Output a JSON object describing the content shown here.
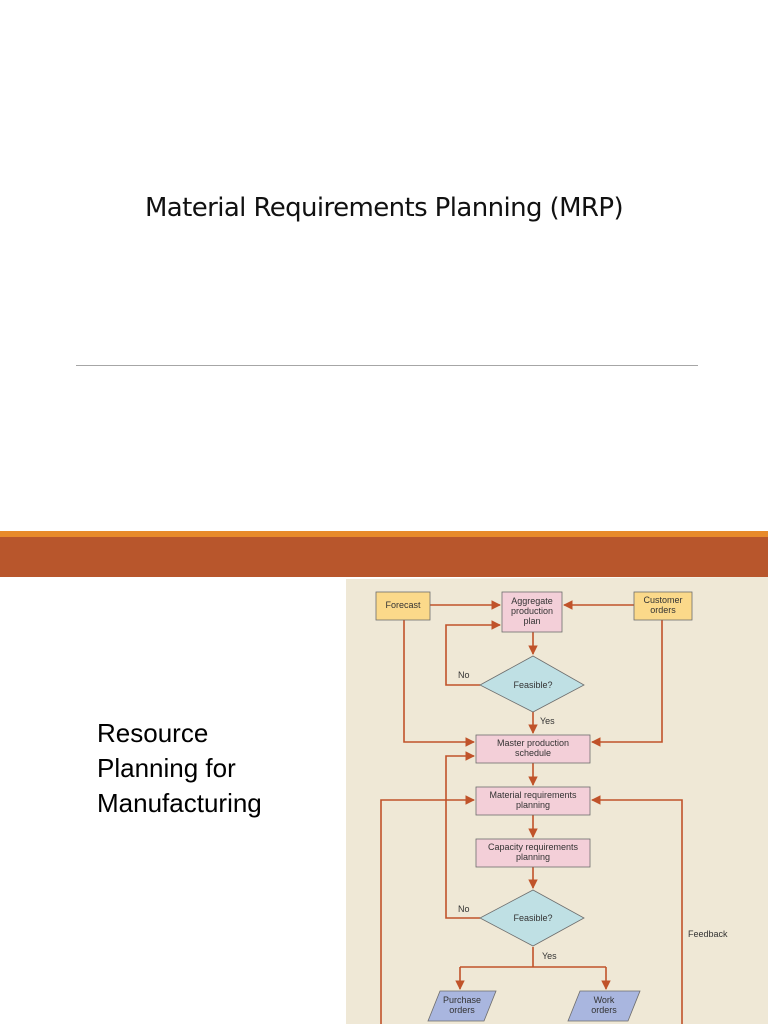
{
  "slide": {
    "title": "Material Requirements Planning (MRP)",
    "side_text": [
      "Resource",
      "Planning for",
      "Manufacturing"
    ]
  },
  "flowchart": {
    "forecast": "Forecast",
    "aggregate_plan": [
      "Aggregate",
      "production",
      "plan"
    ],
    "customer_orders": [
      "Customer",
      "orders"
    ],
    "feasible_1": "Feasible?",
    "no_1": "No",
    "yes_1": "Yes",
    "master_schedule": [
      "Master production",
      "schedule"
    ],
    "mrp": [
      "Material requirements",
      "planning"
    ],
    "crp": [
      "Capacity requirements",
      "planning"
    ],
    "feasible_2": "Feasible?",
    "no_2": "No",
    "yes_2": "Yes",
    "feedback": "Feedback",
    "purchase_orders": [
      "Purchase",
      "orders"
    ],
    "work_orders": [
      "Work",
      "orders"
    ]
  },
  "colors": {
    "accent_band": "#b8562c",
    "accent_stripe": "#e88a2a",
    "figure_background": "#efe8d6",
    "arrow": "#c0532a",
    "yellow_box": "#fbd98a",
    "pink_box": "#f3cfd8",
    "diamond": "#bfe0e4",
    "parallelogram": "#a9b6df"
  }
}
